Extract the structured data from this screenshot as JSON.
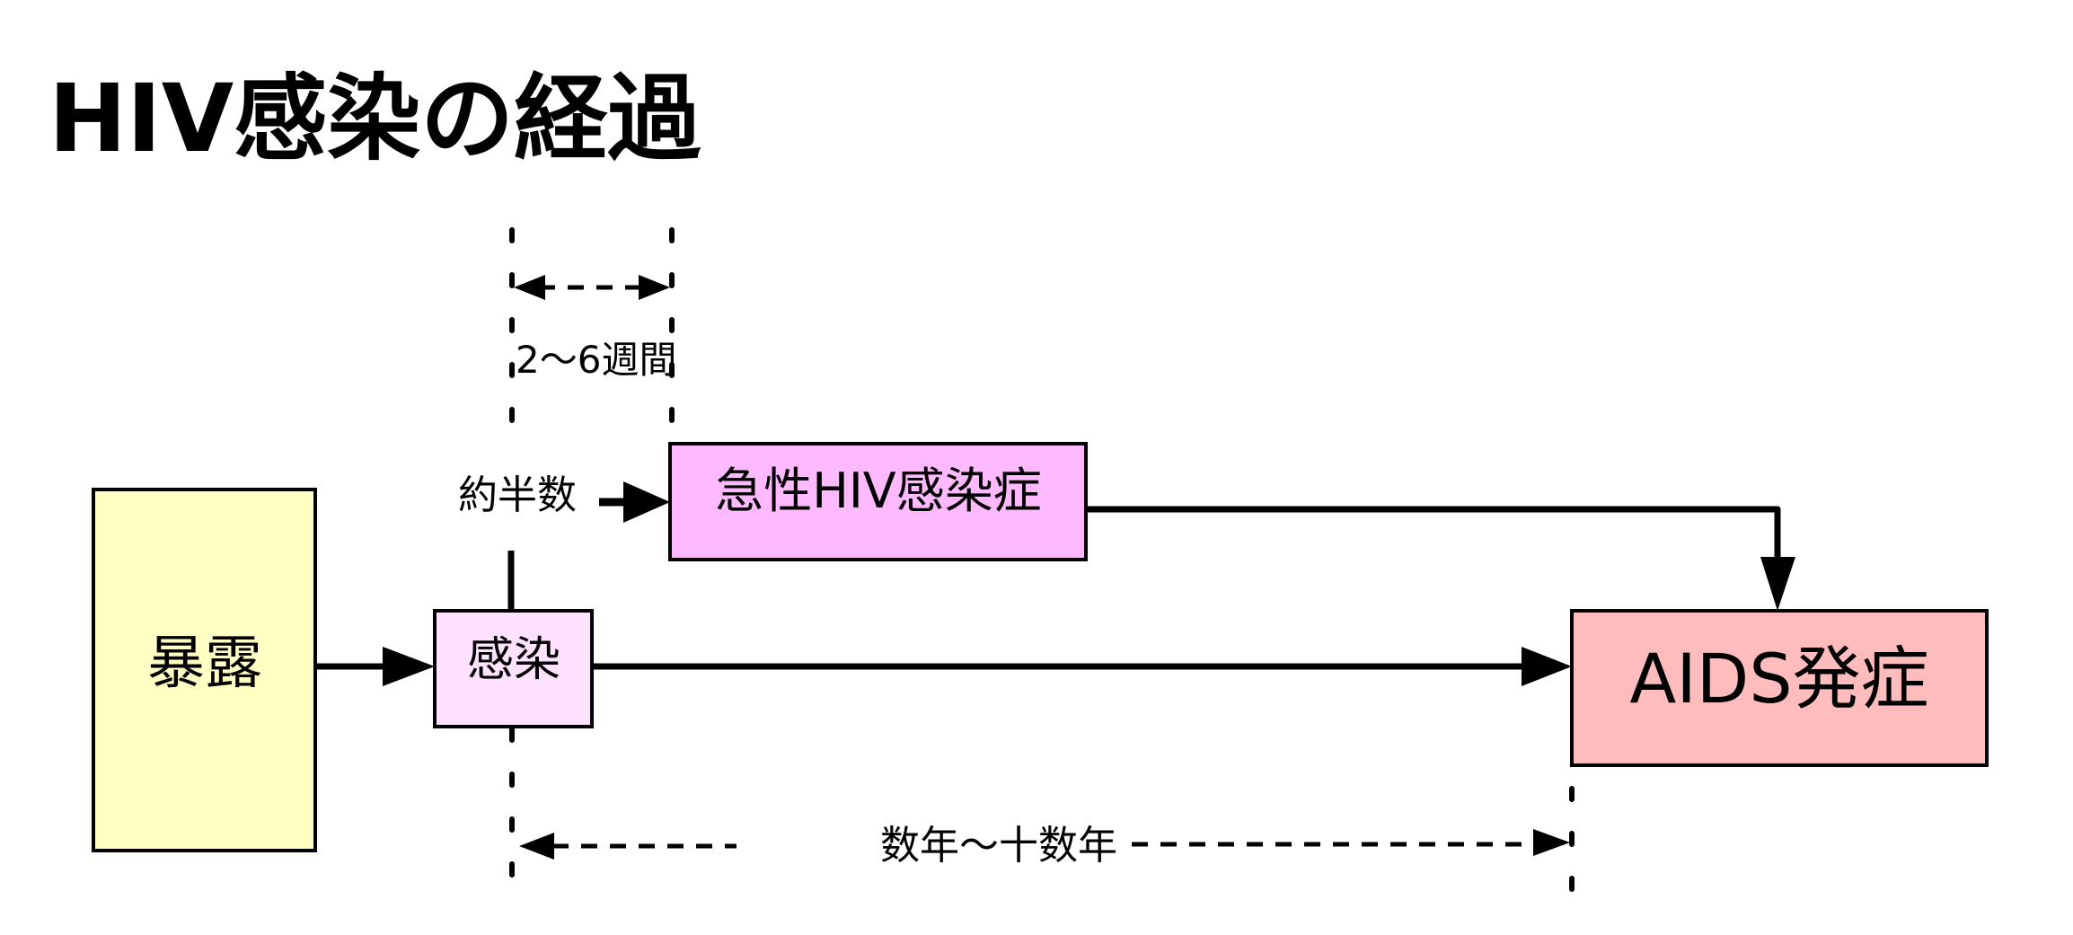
{
  "title": "HIV感染の経過",
  "nodes": {
    "exposure": {
      "label": "暴露",
      "fill": "#ffffc4"
    },
    "infection": {
      "label": "感染",
      "fill": "#ffe2ff"
    },
    "acute": {
      "label": "急性HIV感染症",
      "fill": "#ffbaff"
    },
    "aids": {
      "label": "AIDS発症",
      "fill": "#ffbcbc"
    }
  },
  "edges": [
    {
      "from": "exposure",
      "to": "infection",
      "style": "solid"
    },
    {
      "from": "infection",
      "to": "acute",
      "style": "solid",
      "label": "約半数"
    },
    {
      "from": "acute",
      "to": "aids",
      "style": "solid"
    },
    {
      "from": "infection",
      "to": "aids",
      "style": "solid"
    }
  ],
  "intervals": {
    "acute_onset": {
      "label": "2〜6週間"
    },
    "aids_onset": {
      "label": "数年〜十数年"
    }
  },
  "colors": {
    "stroke": "#000000",
    "background": "#ffffff"
  }
}
